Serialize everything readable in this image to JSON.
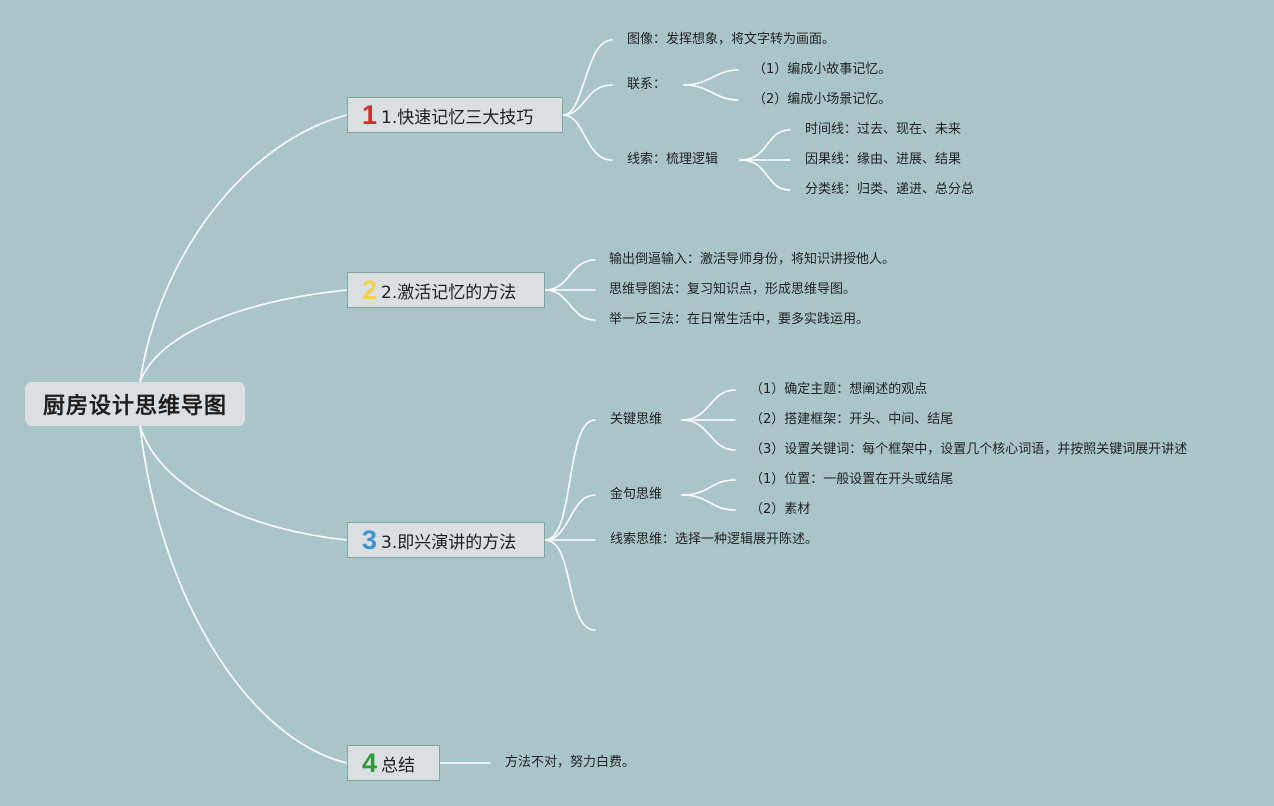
{
  "title": "厨房设计思维导图",
  "branches": [
    {
      "num": "1",
      "num_color": "#d22e2e",
      "label": "1.快速记忆三大技巧"
    },
    {
      "num": "2",
      "num_color": "#f2d34a",
      "label": "2.激活记忆的方法"
    },
    {
      "num": "3",
      "num_color": "#3a92cf",
      "label": "3.即兴演讲的方法"
    },
    {
      "num": "4",
      "num_color": "#2f9a3a",
      "label": "总结"
    }
  ],
  "b1": {
    "image": "图像：发挥想象，将文字转为画面。",
    "link": "联系：",
    "link_items": [
      "（1）编成小故事记忆。",
      "（2）编成小场景记忆。"
    ],
    "clue": "线索：梳理逻辑",
    "clue_items": [
      "时间线：过去、现在、未来",
      "因果线：缘由、进展、结果",
      "分类线：归类、递进、总分总"
    ]
  },
  "b2": {
    "items": [
      "输出倒逼输入：激活导师身份，将知识讲授他人。",
      "思维导图法：复习知识点，形成思维导图。",
      "举一反三法：在日常生活中，要多实践运用。"
    ]
  },
  "b3": {
    "key": "关键思维",
    "key_items": [
      "（1）确定主题：想阐述的观点",
      "（2）搭建框架：开头、中间、结尾",
      "（3）设置关键词：每个框架中，设置几个核心词语，并按照关键词展开讲述"
    ],
    "golden": "金句思维",
    "golden_items": [
      "（1）位置：一般设置在开头或结尾",
      "（2）素材"
    ],
    "clue": "线索思维：选择一种逻辑展开陈述。"
  },
  "b4": {
    "item": "方法不对，努力白费。"
  }
}
